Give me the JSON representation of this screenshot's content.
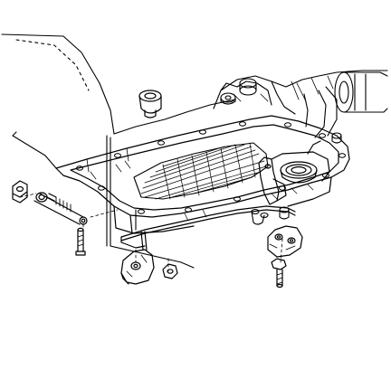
{
  "diagram": {
    "style": "black line-art exploded technical illustration",
    "colors": {
      "background": "#ffffff",
      "ink": "#000000"
    },
    "parts": [
      "transmission-case",
      "oil-pan",
      "oil-filter-screen",
      "filter-outlet",
      "pan-bolt",
      "shift-linkage-rod",
      "shift-cable-assembly",
      "mounting-bracket-left",
      "mounting-bracket-right",
      "nut",
      "retaining-bolt",
      "bushing"
    ]
  }
}
